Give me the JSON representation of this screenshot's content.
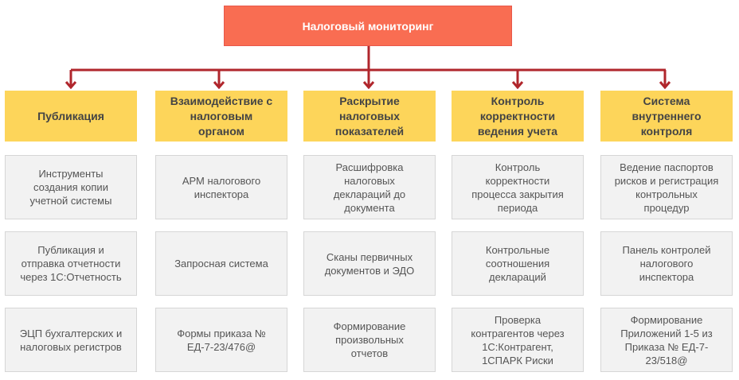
{
  "title": "Налоговый мониторинг",
  "colors": {
    "title_bg": "#f96d52",
    "header_bg": "#fdd55a",
    "cell_bg": "#f2f2f2",
    "connector": "#b0262c"
  },
  "columns": [
    {
      "header": "Публикация",
      "items": [
        "Инструменты\nсоздания копии\nучетной системы",
        "Публикация и\nотправка отчетности\nчерез 1С:Отчетность",
        "ЭЦП бухгалтерских и\nналоговых регистров"
      ]
    },
    {
      "header": "Взаимодействие с\nналоговым\nорганом",
      "items": [
        "АРМ налогового\nинспектора",
        "Запросная система",
        "Формы приказа №\nЕД-7-23/476@"
      ]
    },
    {
      "header": "Раскрытие\nналоговых\nпоказателей",
      "items": [
        "Расшифровка\nналоговых\nдеклараций до\nдокумента",
        "Сканы первичных\nдокументов и ЭДО",
        "Формирование\nпроизвольных\nотчетов"
      ]
    },
    {
      "header": "Контроль\nкорректности\nведения учета",
      "items": [
        "Контроль\nкорректности\nпроцесса закрытия\nпериода",
        "Контрольные\nсоотношения\nдеклараций",
        "Проверка\nконтрагентов через\n1С:Контрагент,\n1СПАРК Риски"
      ]
    },
    {
      "header": "Система\nвнутреннего\nконтроля",
      "items": [
        "Ведение паспортов\nрисков и регистрация\nконтрольных\nпроцедур",
        "Панель контролей\nналогового\nинспектора",
        "Формирование\nПриложений  1-5 из\nПриказа № ЕД-7-\n23/518@"
      ]
    }
  ]
}
